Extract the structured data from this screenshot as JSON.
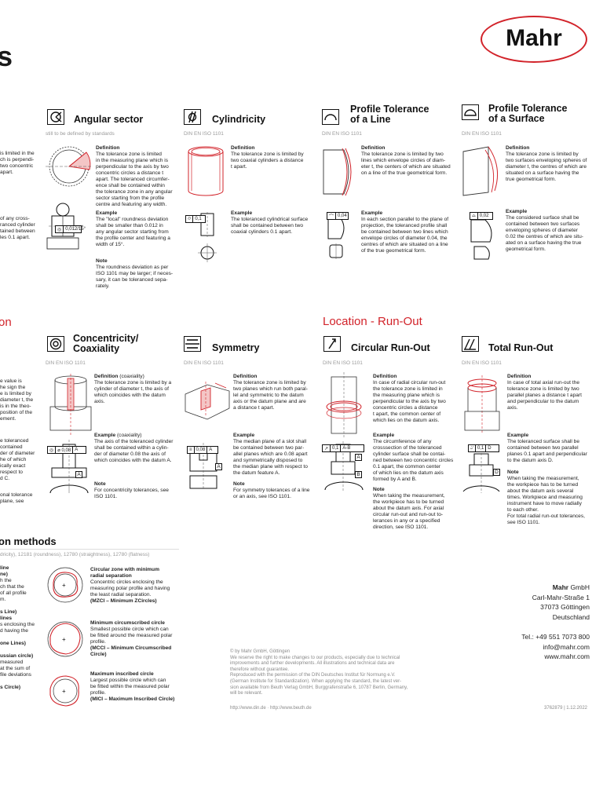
{
  "page": {
    "big_letter": "s"
  },
  "brand": {
    "logo_text": "Mahr",
    "accent": "#d2232a"
  },
  "top": {
    "angular": {
      "title": "Angular sector",
      "std": "still to be defined by standards",
      "def_head": "Definition",
      "def_lines": [
        "The tolerance zone is limited",
        "in the measuring plane which is",
        "perpendicular to the axis by two",
        "concentric circles a distance t",
        "apart. The toleranced circumfer-",
        "ence shall be contained within",
        "the tolerance zone in any angular",
        "sector starting from the profile",
        "centre and featuring any width."
      ],
      "ex_head": "Example",
      "ex_lines": [
        "The \"local\" roundness deviation",
        "shall be smaller than 0.012 in",
        "any angular sector starting from",
        "the profile center and featuring a",
        "width of 15°."
      ],
      "note_head": "Note",
      "note_lines": [
        "The roundness deviation as per",
        "ISO 1101 may be larger; if neces-",
        "sary, it can be toleranced sepa-",
        "rately."
      ],
      "frame_val": "0,012/15°"
    },
    "cylindricity": {
      "title": "Cylindricity",
      "std": "DIN EN ISO 1101",
      "def_head": "Definition",
      "def_lines": [
        "The tolerance zone is limited by",
        "two coaxial cylinders a distance",
        "t apart."
      ],
      "ex_head": "Example",
      "ex_lines": [
        "The toleranced cylindrical surface",
        "shall be contained between two",
        "coaxial cylinders 0.1 apart."
      ],
      "frame_val": "0,1"
    },
    "profile_line": {
      "title_1": "Profile Tolerance",
      "title_2": "of a Line",
      "std": "DIN EN ISO 1101",
      "def_head": "Definition",
      "def_lines": [
        "The tolerance zone is limited by two",
        "lines which envelope circles of diam-",
        "eter t, the centers of which are situated",
        "on a line of the true geometrical form."
      ],
      "ex_head": "Example",
      "ex_lines": [
        "In each section parallel to the plane of",
        "projection, the toleranced profile shall",
        "be contained between two lines which",
        "envelope circles of diameter 0.04, the",
        "centres of which are situated on a line",
        "of the true geometrical form."
      ],
      "frame_val": "0,04"
    },
    "profile_surface": {
      "title_1": "Profile Tolerance",
      "title_2": "of a Surface",
      "std": "DIN EN ISO 1101",
      "def_head": "Definition",
      "def_lines": [
        "The tolerance zone is limited by",
        "two surfaces enveloping spheres of",
        "diameter t, the centres of which are",
        "situated on a surface having the",
        "true geometrical form."
      ],
      "ex_head": "Example",
      "ex_lines": [
        "The considered surface shall be",
        "contained between two surfaces",
        "enveloping spheres of diameter",
        "0.02 the centres of which are situ-",
        "ated on a surface having the true",
        "geometrical form."
      ],
      "frame_val": "0,02"
    }
  },
  "left_partial_top": {
    "def_lines": [
      "is limited in the",
      "ch is perpendi-",
      "two concentric",
      "apart."
    ],
    "ex_lines": [
      "of any cross-",
      "ranced cylinder",
      "tained between",
      "les 0.1 apart."
    ]
  },
  "middle": {
    "left_red_partial": "on",
    "location_heading": "Location - Run-Out",
    "concentricity": {
      "title_1": "Concentricity/",
      "title_2": "Coaxiality",
      "std": "DIN EN ISO 1101",
      "def_head": "Definition",
      "def_paren": "(coaxiality)",
      "def_lines": [
        "The tolerance zone is limited by a",
        "cylinder of diameter t, the axis of",
        "which coincides with the datum",
        "axis."
      ],
      "ex_head": "Example",
      "ex_paren": "(coaxiality)",
      "ex_lines": [
        "The axis of the toleranced cylinder",
        "shall be contained within a cylin-",
        "der of diameter 0.08 the axis of",
        "which coincides with the datum A."
      ],
      "note_head": "Note",
      "note_lines": [
        "For concentricity tolerances, see",
        "ISO 1101."
      ],
      "frame_val": "⌀ 0,08",
      "frame_ref": "A",
      "datum": "A"
    },
    "symmetry": {
      "title": "Symmetry",
      "std": "DIN EN ISO 1101",
      "def_head": "Definition",
      "def_lines": [
        "The tolerance zone is limited by",
        "two planes which run both paral-",
        "lel and symmetric to the datum",
        "axis or the datum plane and are",
        "a distance t apart."
      ],
      "ex_head": "Example",
      "ex_lines": [
        "The median plane of a slot shall",
        "be contained between two par-",
        "allel planes which are 0.08 apart",
        "and symmetrically disposed to",
        "the median plane with respect to",
        "the datum feature A."
      ],
      "note_head": "Note",
      "note_lines": [
        "For symmetry tolerances of a line",
        "or an axis, see ISO 1101."
      ],
      "frame_val": "0,08",
      "frame_ref": "A",
      "datum": "A"
    },
    "circular_runout": {
      "title": "Circular Run-Out",
      "std": "DIN EN ISO 1101",
      "def_head": "Definition",
      "def_lines": [
        "In case of radial circular run-out",
        "the tolerance zone is limited in",
        "the measuring plane which is",
        "perpendicular to the axis by two",
        "concentric circles a distance",
        "t apart, the common center of",
        "which lies on the datum axis."
      ],
      "ex_head": "Example",
      "ex_lines": [
        "The circumference of any",
        "crosssection of the toleranced",
        "cylinder surface shall be contai-",
        "ned between two concentric circles",
        "0.1 apart, the common center",
        "of which lies on the datum axis",
        "formed by A and B."
      ],
      "note_head": "Note",
      "note_lines": [
        "When taking the measurement,",
        "the workpiece has to be turned",
        "about the datum axis. For axial",
        "circular run-out and run-out to-",
        "lerances in any or a specified",
        "direction, see ISO 1101."
      ],
      "frame_val": "0,1",
      "frame_ref": "A-B",
      "datum_a": "A",
      "datum_b": "B"
    },
    "total_runout": {
      "title": "Total Run-Out",
      "std": "DIN EN ISO 1101",
      "def_head": "Definition",
      "def_lines": [
        "In case of total axial run-out the",
        "tolerance zone is limited by two",
        "parallel planes a distance t apart",
        "and perpendicular to the datum",
        "axis."
      ],
      "ex_head": "Example",
      "ex_lines": [
        "The toleranced surface shall be",
        "contained between two parallel",
        "planes 0.1 apart and perpendicular",
        "to the datum axis D."
      ],
      "note_head": "Note",
      "note_lines": [
        "When taking the measurement,",
        "the workpiece has to be turned",
        "about the datum axis several",
        "times. Workpiece and measuring",
        "instrument have to move radially",
        "to each other.",
        "For total radial run-out tolerances,",
        "see ISO 1101."
      ],
      "frame_val": "0,1",
      "frame_ref": "D",
      "datum": "D"
    }
  },
  "left_partial_mid": {
    "lines_a": [
      "e value is",
      "he sign the",
      "e is limited by",
      "diameter t, the",
      "is in the theo-",
      "position of the",
      "ement."
    ],
    "lines_b": [
      "e toleranced",
      "contained",
      "der of diameter",
      "he of which",
      "ically exact",
      "respect to",
      "d C."
    ],
    "lines_c": [
      "onal tolerance",
      "plane, see"
    ]
  },
  "bottom": {
    "heading": "on methods",
    "std_line": "dricity), 12181 (roundness), 12780 (straightness), 12780 (flatness)",
    "left_partial": [
      "line",
      "ne)",
      "h the",
      "ch that the",
      "of all profile",
      "m.",
      "",
      "s Line)",
      "lines",
      "s enclosing the",
      "d having the",
      "",
      "one Lines)",
      "",
      "ussian circle)",
      "measured",
      "at the sum of",
      "file deviations",
      "",
      "s Circle)"
    ],
    "mzci": {
      "title_1": "Circular zone with minimum",
      "title_2": "radial separation",
      "lines": [
        "Concentric circles enclosing the",
        "measuring polar profile and having",
        "the least radial separation."
      ],
      "abbr": "(MZCI – Minimum ZCircles)"
    },
    "mcci": {
      "title": "Minimum circumscribed circle",
      "lines": [
        "Smallest possible circle which can",
        "be fitted around the measured polar",
        "profile."
      ],
      "abbr_1": "(MCCI – Minimum Circumscribed",
      "abbr_2": "Circle)"
    },
    "mici": {
      "title": "Maximum inscribed circle",
      "lines": [
        "Largest possible circle which can",
        "be fitted within the measured polar",
        "profile."
      ],
      "abbr": "(MICI – Maximum Inscribed Circle)"
    }
  },
  "legal": {
    "lines": [
      "© by Mahr GmbH, Göttingen",
      "We reserve the right to make changes to our products, especially due to technical",
      "improvements and further developments. All illustrations and technical data are",
      "therefore without guarantee.",
      "Reproduced with the permission of the DIN Deutsches Institut für Normung e.V.",
      "(German Institute for Standardization). When applying the standard, the latest ver-",
      "sion available from Beuth Verlag GmbH, Burggrafenstraße 6, 10787 Berlin, Germany,",
      "will be relevant."
    ],
    "links": "http://www.din.de · http://www.beuth.de"
  },
  "address": {
    "company_bold": "Mahr",
    "company_rest": " GmbH",
    "street": "Carl-Mahr-Straße 1",
    "city": "37073 Göttingen",
    "country": "Deutschland",
    "phone": "Tel.: +49 551 7073 800",
    "email": "info@mahr.com",
    "web": "www.mahr.com",
    "docref": "3762879 | 1.12.2022"
  }
}
